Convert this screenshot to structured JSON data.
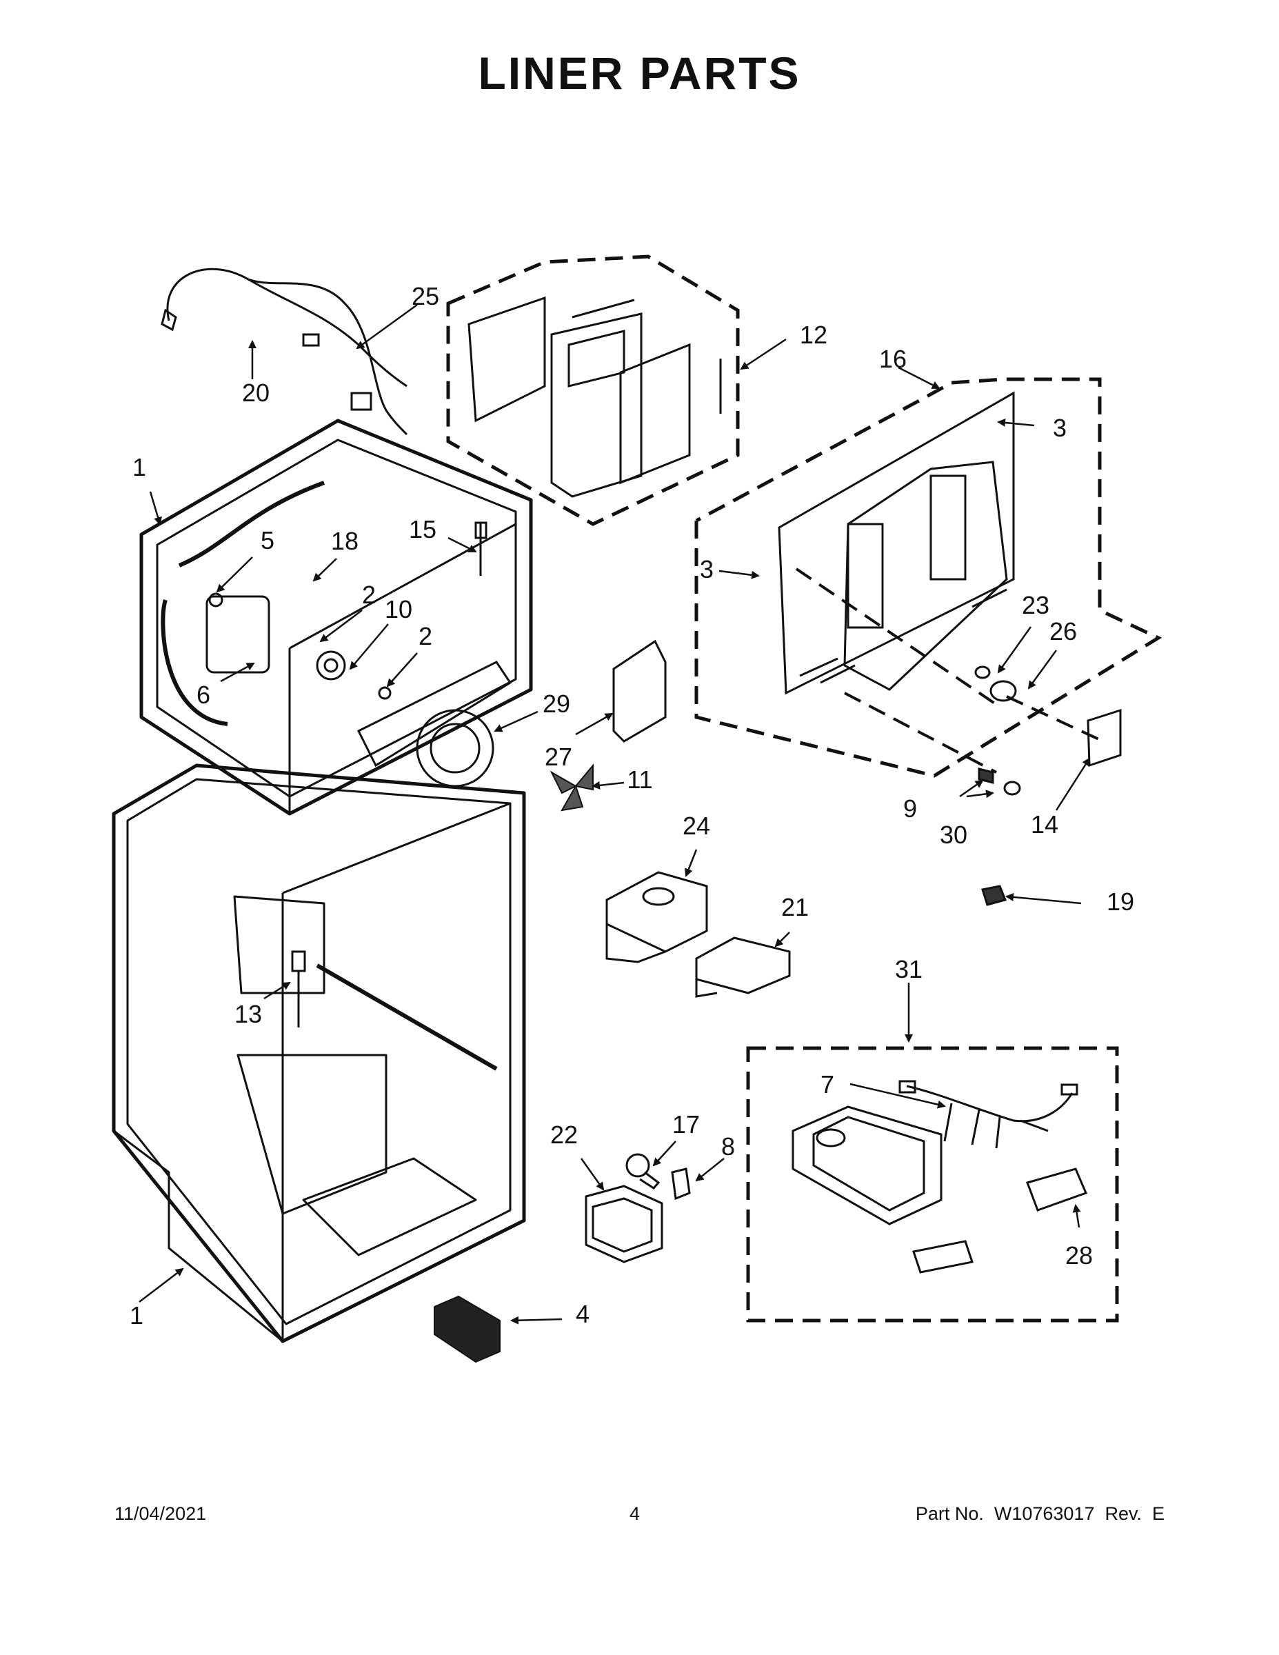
{
  "header": {
    "title": "LINER PARTS"
  },
  "callouts": [
    "1",
    "1",
    "2",
    "2",
    "3",
    "3",
    "4",
    "5",
    "6",
    "7",
    "8",
    "9",
    "10",
    "11",
    "12",
    "13",
    "14",
    "15",
    "16",
    "17",
    "18",
    "19",
    "20",
    "21",
    "22",
    "23",
    "24",
    "25",
    "26",
    "27",
    "28",
    "29",
    "30",
    "31"
  ],
  "footer": {
    "date": "11/04/2021",
    "page": "4",
    "part": "Part No.  W10763017  Rev.  E"
  }
}
